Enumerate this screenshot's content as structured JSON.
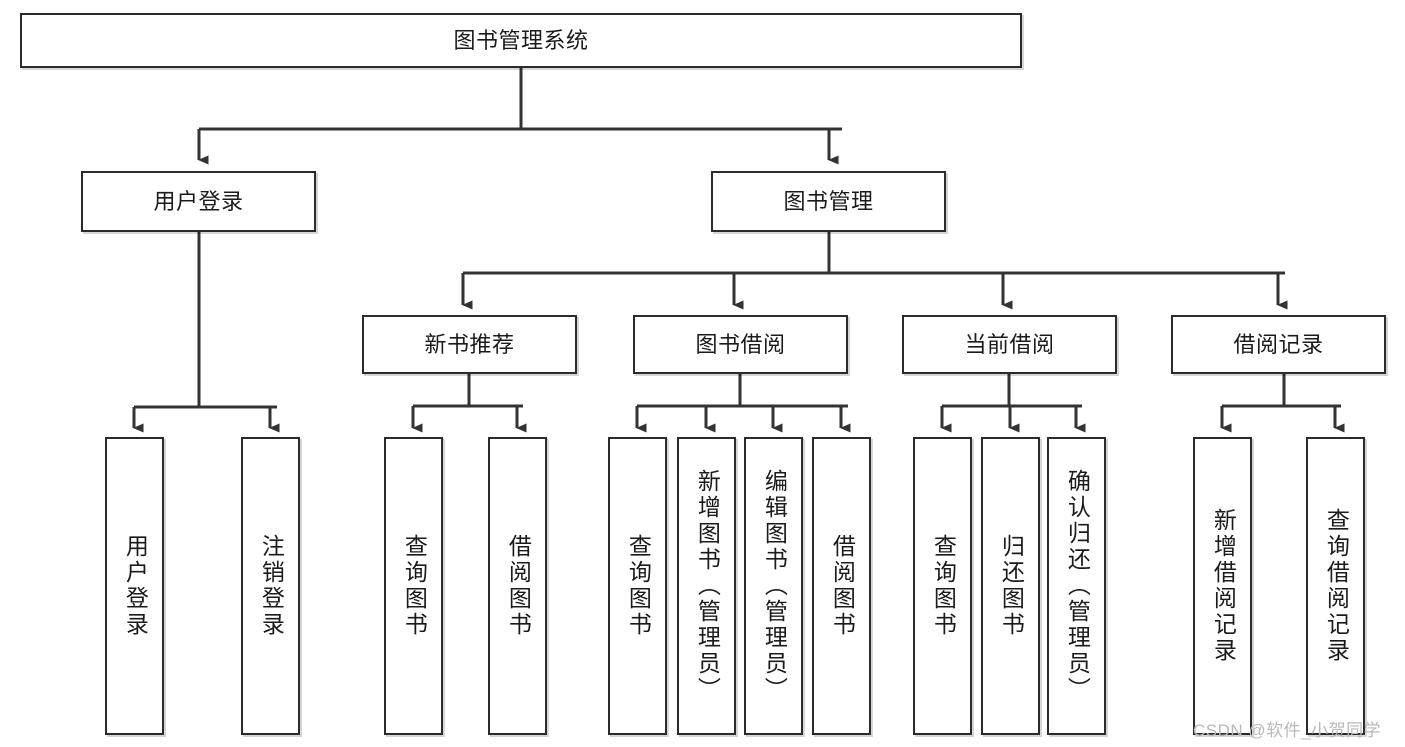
{
  "diagram": {
    "title": "图书管理系统",
    "type": "tree",
    "watermark": "CSDN @软件_小贺同学",
    "colors": {
      "background": "#ffffff",
      "box_border": "#2b2b2b",
      "box_fill": "#ffffff",
      "connector": "#333333",
      "text": "#1b1b1b",
      "watermark": "#b9b9b9"
    },
    "levels": {
      "level1": "root",
      "level2": "modules",
      "level3": "sub-modules",
      "level4": "operations"
    },
    "nodes": {
      "root": {
        "label": "图书管理系统",
        "orientation": "horizontal"
      },
      "user_login": {
        "label": "用户登录",
        "orientation": "horizontal"
      },
      "book_manage": {
        "label": "图书管理",
        "orientation": "horizontal"
      },
      "new_book_rec": {
        "label": "新书推荐",
        "orientation": "horizontal"
      },
      "book_borrow": {
        "label": "图书借阅",
        "orientation": "horizontal"
      },
      "current_borrow": {
        "label": "当前借阅",
        "orientation": "horizontal"
      },
      "borrow_record": {
        "label": "借阅记录",
        "orientation": "horizontal"
      },
      "leaf_user_login": {
        "label": "用户登录",
        "orientation": "vertical"
      },
      "leaf_logout": {
        "label": "注销登录",
        "orientation": "vertical"
      },
      "leaf_query_book_1": {
        "label": "查询图书",
        "orientation": "vertical"
      },
      "leaf_borrow_book_1": {
        "label": "借阅图书",
        "orientation": "vertical"
      },
      "leaf_query_book_2": {
        "label": "查询图书",
        "orientation": "vertical"
      },
      "leaf_add_book": {
        "label": "新增图书（管理员）",
        "orientation": "vertical"
      },
      "leaf_edit_book": {
        "label": "编辑图书（管理员）",
        "orientation": "vertical"
      },
      "leaf_borrow_book_2": {
        "label": "借阅图书",
        "orientation": "vertical"
      },
      "leaf_query_book_3": {
        "label": "查询图书",
        "orientation": "vertical"
      },
      "leaf_return_book": {
        "label": "归还图书",
        "orientation": "vertical"
      },
      "leaf_confirm_return": {
        "label": "确认归还（管理员）",
        "orientation": "vertical"
      },
      "leaf_add_record": {
        "label": "新增借阅记录",
        "orientation": "vertical"
      },
      "leaf_query_record": {
        "label": "查询借阅记录",
        "orientation": "vertical"
      }
    },
    "edges": [
      {
        "from": "root",
        "to": "user_login"
      },
      {
        "from": "root",
        "to": "book_manage"
      },
      {
        "from": "user_login",
        "to": "leaf_user_login"
      },
      {
        "from": "user_login",
        "to": "leaf_logout"
      },
      {
        "from": "book_manage",
        "to": "new_book_rec"
      },
      {
        "from": "book_manage",
        "to": "book_borrow"
      },
      {
        "from": "book_manage",
        "to": "current_borrow"
      },
      {
        "from": "book_manage",
        "to": "borrow_record"
      },
      {
        "from": "new_book_rec",
        "to": "leaf_query_book_1"
      },
      {
        "from": "new_book_rec",
        "to": "leaf_borrow_book_1"
      },
      {
        "from": "book_borrow",
        "to": "leaf_query_book_2"
      },
      {
        "from": "book_borrow",
        "to": "leaf_add_book"
      },
      {
        "from": "book_borrow",
        "to": "leaf_edit_book"
      },
      {
        "from": "book_borrow",
        "to": "leaf_borrow_book_2"
      },
      {
        "from": "current_borrow",
        "to": "leaf_query_book_3"
      },
      {
        "from": "current_borrow",
        "to": "leaf_return_book"
      },
      {
        "from": "current_borrow",
        "to": "leaf_confirm_return"
      },
      {
        "from": "borrow_record",
        "to": "leaf_add_record"
      },
      {
        "from": "borrow_record",
        "to": "leaf_query_record"
      }
    ]
  }
}
